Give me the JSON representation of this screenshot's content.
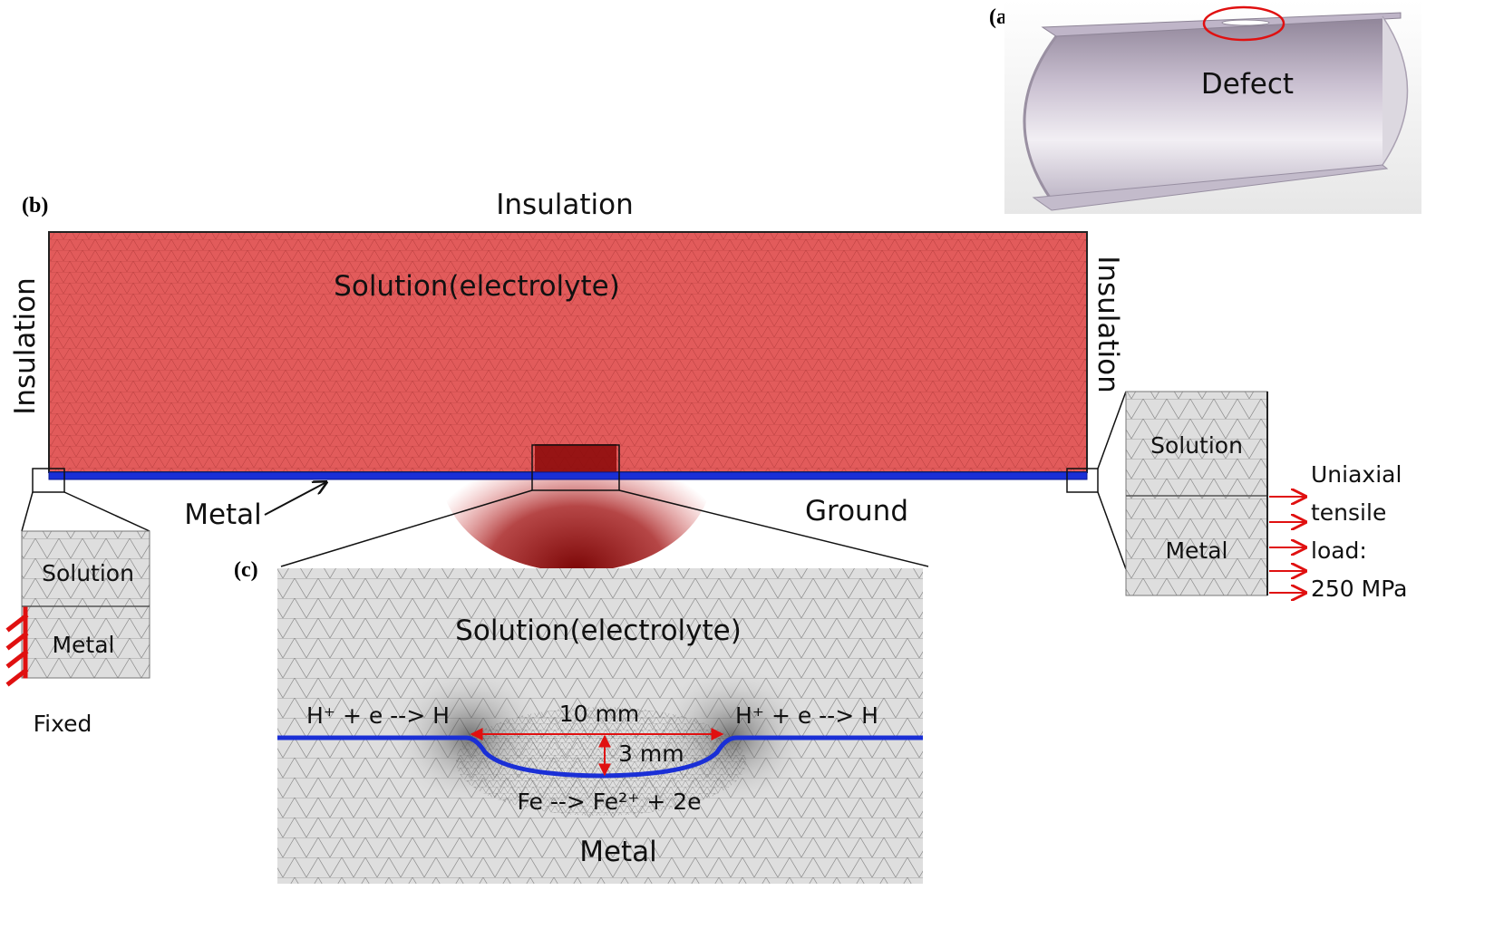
{
  "panels": {
    "a": "(a)",
    "b": "(b)",
    "c": "(c)"
  },
  "panel_a": {
    "defect_label": "Defect"
  },
  "panel_b": {
    "top_boundary": "Insulation",
    "left_boundary": "Insulation",
    "right_boundary": "Insulation",
    "domain_label": "Solution(electrolyte)",
    "metal_label": "Metal",
    "ground_label": "Ground"
  },
  "left_inset": {
    "solution": "Solution",
    "metal": "Metal",
    "constraint": "Fixed"
  },
  "right_inset": {
    "solution": "Solution",
    "metal": "Metal",
    "load_lines": [
      "Uniaxial",
      "tensile",
      "load:",
      "250 MPa"
    ]
  },
  "panel_c": {
    "domain_label": "Solution(electrolyte)",
    "metal_label": "Metal",
    "reaction_left": "H⁺ + e --> H",
    "reaction_right": "H⁺ + e --> H",
    "reaction_defect": "Fe --> Fe²⁺ + 2e",
    "width_label": "10 mm",
    "depth_label": "3 mm"
  },
  "colors": {
    "solution_mesh": "#e25b5b",
    "metal_line": "#1a2fd6",
    "arrows": "#e01010",
    "mesh_gray": "#dcdcdc"
  }
}
